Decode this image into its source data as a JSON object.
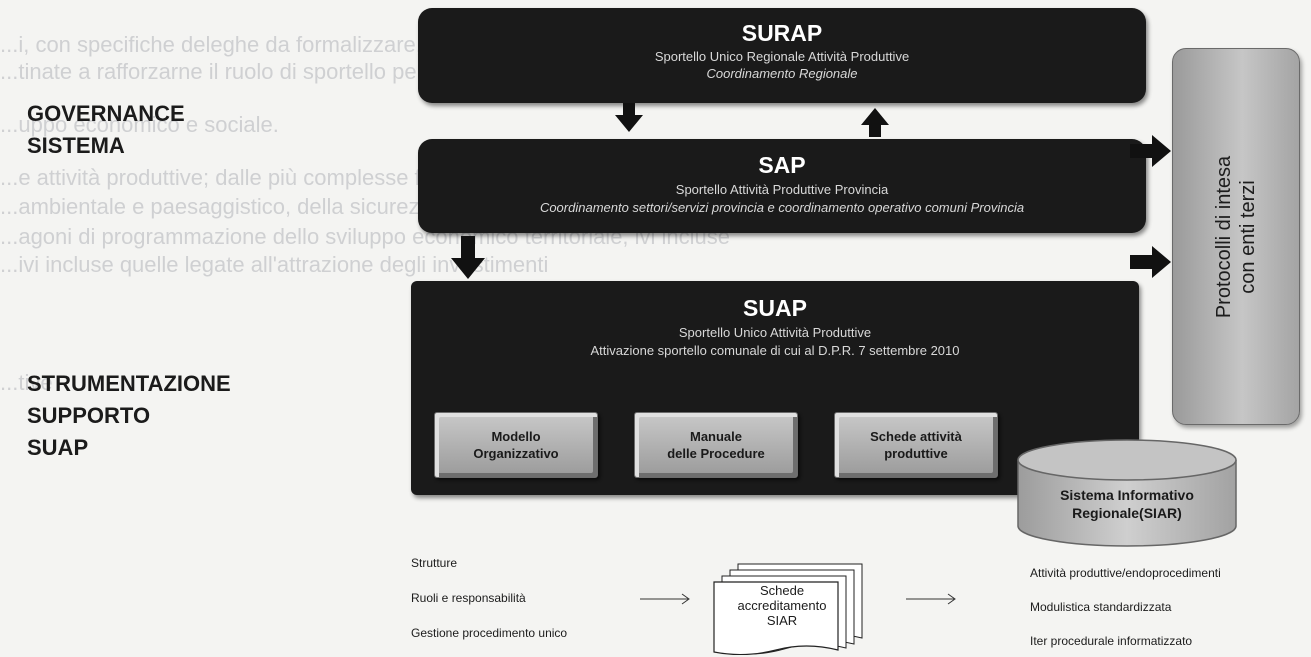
{
  "background_text": [
    "...i, con specifiche deleghe da formalizzare, nei rapporti con il",
    "...tinate a rafforzarne il ruolo di sportello per l'informazione e promozione",
    "...uppo economico e sociale.",
    "...e attività produttive; dalle più complesse fasi delle diverse normative regionali",
    "...ambientale e paesaggistico, della sicurezza, dei beni culturali, alle funzioni di",
    "...agoni di programmazione dello sviluppo economico territoriale, ivi incluse",
    "...ivi incluse quelle legate all'attrazione degli investimenti",
    "...tive"
  ],
  "labels": {
    "governance": [
      "GOVERNANCE",
      "SISTEMA"
    ],
    "strumentazione": [
      "STRUMENTAZIONE",
      "SUPPORTO",
      "SUAP"
    ]
  },
  "surap": {
    "title": "SURAP",
    "line1": "Sportello Unico Regionale Attività Produttive",
    "line2": "Coordinamento Regionale"
  },
  "sap": {
    "title": "SAP",
    "line1": "Sportello Attività Produttive Provincia",
    "line2": "Coordinamento settori/servizi provincia e coordinamento operativo comuni Provincia"
  },
  "suap": {
    "title": "SUAP",
    "line1": "Sportello Unico Attività Produttive",
    "line2": "Attivazione sportello comunale di cui al D.P.R. 7 settembre 2010"
  },
  "boxes": [
    {
      "line1": "Modello",
      "line2": "Organizzativo"
    },
    {
      "line1": "Manuale",
      "line2": "delle Procedure"
    },
    {
      "line1": "Schede attività",
      "line2": "produttive"
    }
  ],
  "protocolli": {
    "line1": "Protocolli di intesa",
    "line2": "con enti terzi"
  },
  "siar": {
    "line1": "Sistema Informativo",
    "line2": "Regionale(SIAR)"
  },
  "bottom": {
    "left": [
      "Strutture",
      "Ruoli e responsabilità",
      "Gestione procedimento unico"
    ],
    "center": [
      "Schede",
      "accreditamento",
      "SIAR"
    ],
    "right": [
      "Attività produttive/endoprocedimenti",
      "Modulistica standardizzata",
      "Iter procedurale informatizzato"
    ]
  },
  "colors": {
    "panel": "#1a1a1a",
    "box": "#b0b0b0",
    "background": "#f4f4f2"
  }
}
